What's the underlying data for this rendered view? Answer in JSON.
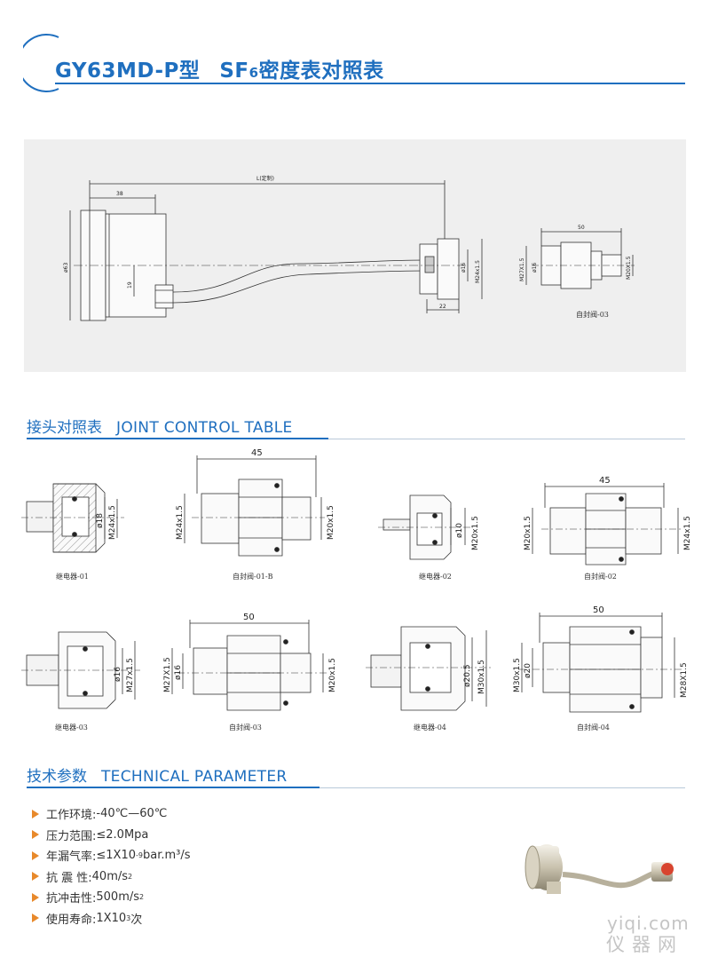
{
  "header": {
    "model": "GY63MD-P型",
    "title_pre": "SF",
    "title_sub": "6",
    "title_post": "密度表对照表",
    "accent": "#1f6fbf"
  },
  "main_drawing": {
    "dim_L": "L(定制)",
    "dim_38": "38",
    "dim_phi63": "ø63",
    "dim_19": "19",
    "dim_phi16": "ø16",
    "dim_m24": "M24x1.5",
    "dim_22": "22",
    "dim_50": "50",
    "dim_m27": "M27X1.5",
    "dim_phi16b": "ø16",
    "dim_m20": "M20X1.5",
    "caption": "自封阀-03"
  },
  "joint_section": {
    "title_cn": "接头对照表",
    "title_en": "JOINT CONTROL TABLE"
  },
  "joints": {
    "r01": {
      "phi": "ø18",
      "m": "M24x1.5",
      "caption": "继电器-01"
    },
    "v01b": {
      "w": "45",
      "m_left": "M24x1.5",
      "m_right": "M20x1.5",
      "caption": "自封阀-01-B"
    },
    "r02": {
      "phi": "ø10",
      "m": "M20x1.5",
      "caption": "继电器-02"
    },
    "v02": {
      "w": "45",
      "m_left": "M20x1.5",
      "m_right": "M24x1.5",
      "caption": "自封阀-02"
    },
    "r03": {
      "phi": "ø16",
      "m": "M27x1.5",
      "caption": "继电器-03"
    },
    "v03": {
      "w": "50",
      "m_left": "M27X1.5",
      "phi": "ø16",
      "m_right": "M20x1.5",
      "caption": "自封阀-03"
    },
    "r04": {
      "phi": "ø20.5",
      "m": "M30x1.5",
      "caption": "继电器-04"
    },
    "v04": {
      "w": "50",
      "m_left": "M30x1.5",
      "phi": "ø20",
      "m_right": "M28X1.5",
      "caption": "自封阀-04"
    }
  },
  "tech_section": {
    "title_cn": "技术参数",
    "title_en": "TECHNICAL PARAMETER"
  },
  "params": [
    {
      "label": "工作环境:",
      "value": "-40℃—60℃",
      "sup": "",
      "tail": ""
    },
    {
      "label": "压力范围:",
      "value": "≤2.0Mpa",
      "sup": "",
      "tail": ""
    },
    {
      "label": "年漏气率:",
      "value": "≤1X10",
      "sup": "-9",
      "tail": "bar.m³/s"
    },
    {
      "label": "抗 震 性:",
      "value": "40m/s",
      "sup": "2",
      "tail": ""
    },
    {
      "label": "抗冲击性:",
      "value": "500m/s",
      "sup": "2",
      "tail": ""
    },
    {
      "label": "使用寿命:",
      "value": "1X10",
      "sup": "3",
      "tail": "次"
    }
  ],
  "watermark": {
    "site": "yiqi.com",
    "cn": "仪器网"
  }
}
